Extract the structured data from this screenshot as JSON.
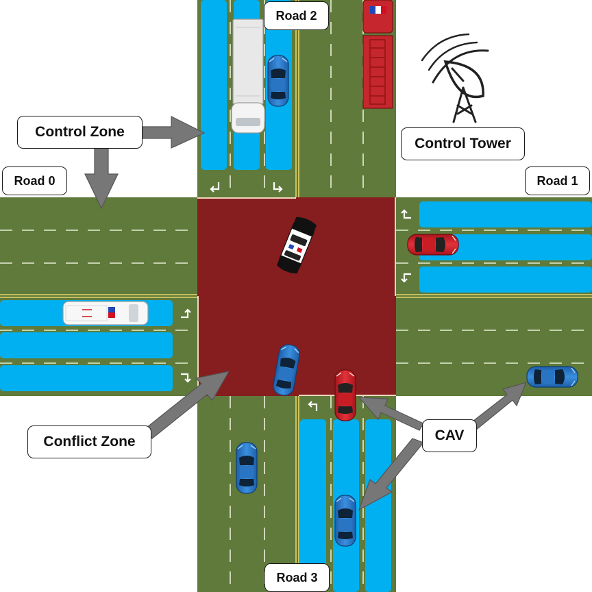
{
  "labels": {
    "road0": "Road 0",
    "road1": "Road 1",
    "road2": "Road 2",
    "road3": "Road 3",
    "control_zone": "Control Zone",
    "control_tower": "Control Tower",
    "conflict_zone": "Conflict Zone",
    "cav": "CAV"
  },
  "colors": {
    "road_green": "#5f7a3a",
    "conflict_red": "#861d1e",
    "control_blue": "#00b0f0",
    "lane_line": "#e9eed8",
    "arrow_gray": "#777777",
    "car_blue": "#2f7fd0",
    "car_red": "#d7202a",
    "fire_truck": "#c6262d"
  },
  "icons": [
    "satellite-dish-icon",
    "white-truck",
    "fire-truck",
    "ambulance",
    "police-car",
    "blue-car",
    "red-car"
  ]
}
